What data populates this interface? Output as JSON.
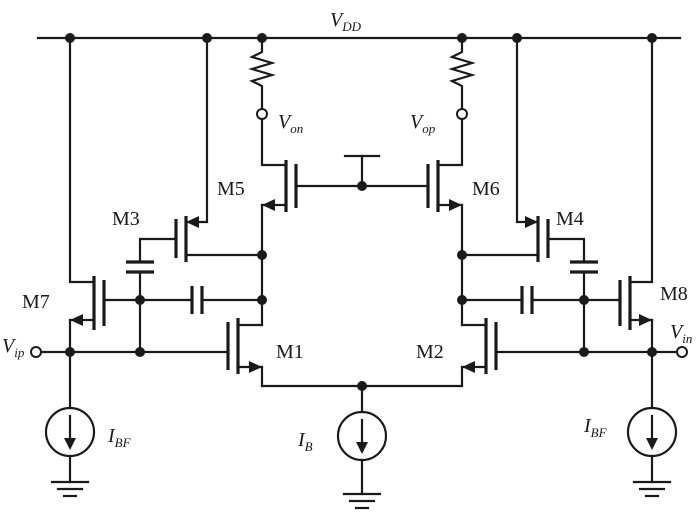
{
  "supply": {
    "name": "V",
    "sub": "DD"
  },
  "nodes": {
    "von": {
      "name": "V",
      "sub": "on"
    },
    "vop": {
      "name": "V",
      "sub": "op"
    },
    "vip": {
      "name": "V",
      "sub": "ip"
    },
    "vin": {
      "name": "V",
      "sub": "in"
    }
  },
  "transistors": {
    "m1": "M1",
    "m2": "M2",
    "m3": "M3",
    "m4": "M4",
    "m5": "M5",
    "m6": "M6",
    "m7": "M7",
    "m8": "M8"
  },
  "sources": {
    "ib": {
      "name": "I",
      "sub": "B"
    },
    "ibf_left": {
      "name": "I",
      "sub": "BF"
    },
    "ibf_right": {
      "name": "I",
      "sub": "BF"
    }
  }
}
